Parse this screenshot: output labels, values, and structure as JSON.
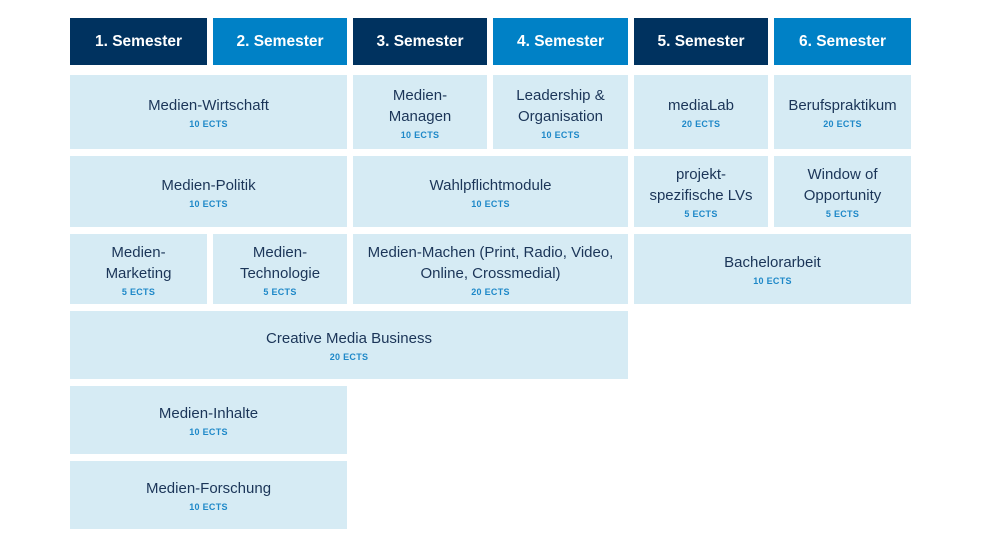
{
  "semesters": [
    "1. Semester",
    "2. Semester",
    "3. Semester",
    "4. Semester",
    "5. Semester",
    "6. Semester"
  ],
  "modules": [
    {
      "title": "Medien-Wirtschaft",
      "ects": "10 ECTS"
    },
    {
      "title": "Medien-\nManagen",
      "ects": "10 ECTS"
    },
    {
      "title": "Leadership &\nOrganisation",
      "ects": "10 ECTS"
    },
    {
      "title": "mediaLab",
      "ects": "20 ECTS"
    },
    {
      "title": "Berufspraktikum",
      "ects": "20 ECTS"
    },
    {
      "title": "Medien-Politik",
      "ects": "10 ECTS"
    },
    {
      "title": "Wahlpflichtmodule",
      "ects": "10 ECTS"
    },
    {
      "title": "projekt-\nspezifische LVs",
      "ects": "5 ECTS"
    },
    {
      "title": "Window of\nOpportunity",
      "ects": "5 ECTS"
    },
    {
      "title": "Medien-\nMarketing",
      "ects": "5 ECTS"
    },
    {
      "title": "Medien-\nTechnologie",
      "ects": "5 ECTS"
    },
    {
      "title": "Medien-Machen (Print, Radio, Video,\nOnline, Crossmedial)",
      "ects": "20 ECTS"
    },
    {
      "title": "Bachelorarbeit",
      "ects": "10 ECTS"
    },
    {
      "title": "Creative Media Business",
      "ects": "20 ECTS"
    },
    {
      "title": "Medien-Inhalte",
      "ects": "10 ECTS"
    },
    {
      "title": "Medien-Forschung",
      "ects": "10 ECTS"
    }
  ],
  "colors": {
    "dark": "#00325f",
    "blue": "#0081c6",
    "cell": "#d6ebf4",
    "ects": "#1e88c8"
  }
}
